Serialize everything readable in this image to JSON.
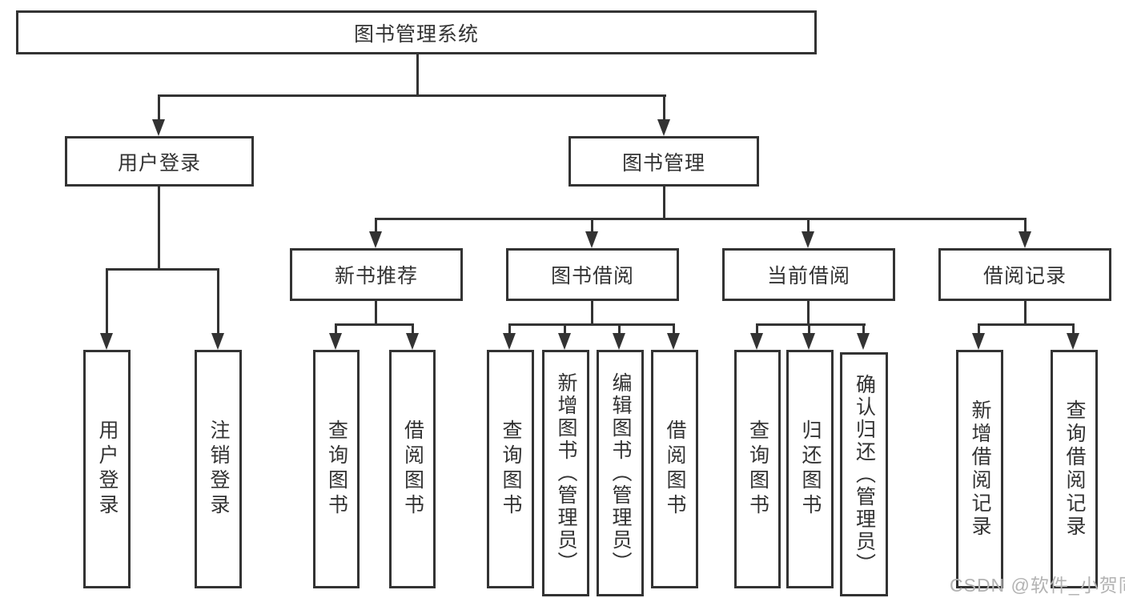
{
  "diagram": {
    "root": {
      "label": "图书管理系统"
    },
    "branches": [
      {
        "label": "用户登录",
        "children": [
          {
            "label": "用户登录"
          },
          {
            "label": "注销登录"
          }
        ]
      },
      {
        "label": "图书管理",
        "children": [
          {
            "label": "新书推荐",
            "children": [
              {
                "label": "查询图书"
              },
              {
                "label": "借阅图书"
              }
            ]
          },
          {
            "label": "图书借阅",
            "children": [
              {
                "label": "查询图书"
              },
              {
                "label": "新增图书（管理员）"
              },
              {
                "label": "编辑图书（管理员）"
              },
              {
                "label": "借阅图书"
              }
            ]
          },
          {
            "label": "当前借阅",
            "children": [
              {
                "label": "查询图书"
              },
              {
                "label": "归还图书"
              },
              {
                "label": "确认归还（管理员）"
              }
            ]
          },
          {
            "label": "借阅记录",
            "children": [
              {
                "label": "新增借阅记录"
              },
              {
                "label": "查询借阅记录"
              }
            ]
          }
        ]
      }
    ],
    "line_color": "#333333",
    "background_color": "#ffffff"
  },
  "watermark": {
    "text": "CSDN @软件_小贺同学"
  }
}
